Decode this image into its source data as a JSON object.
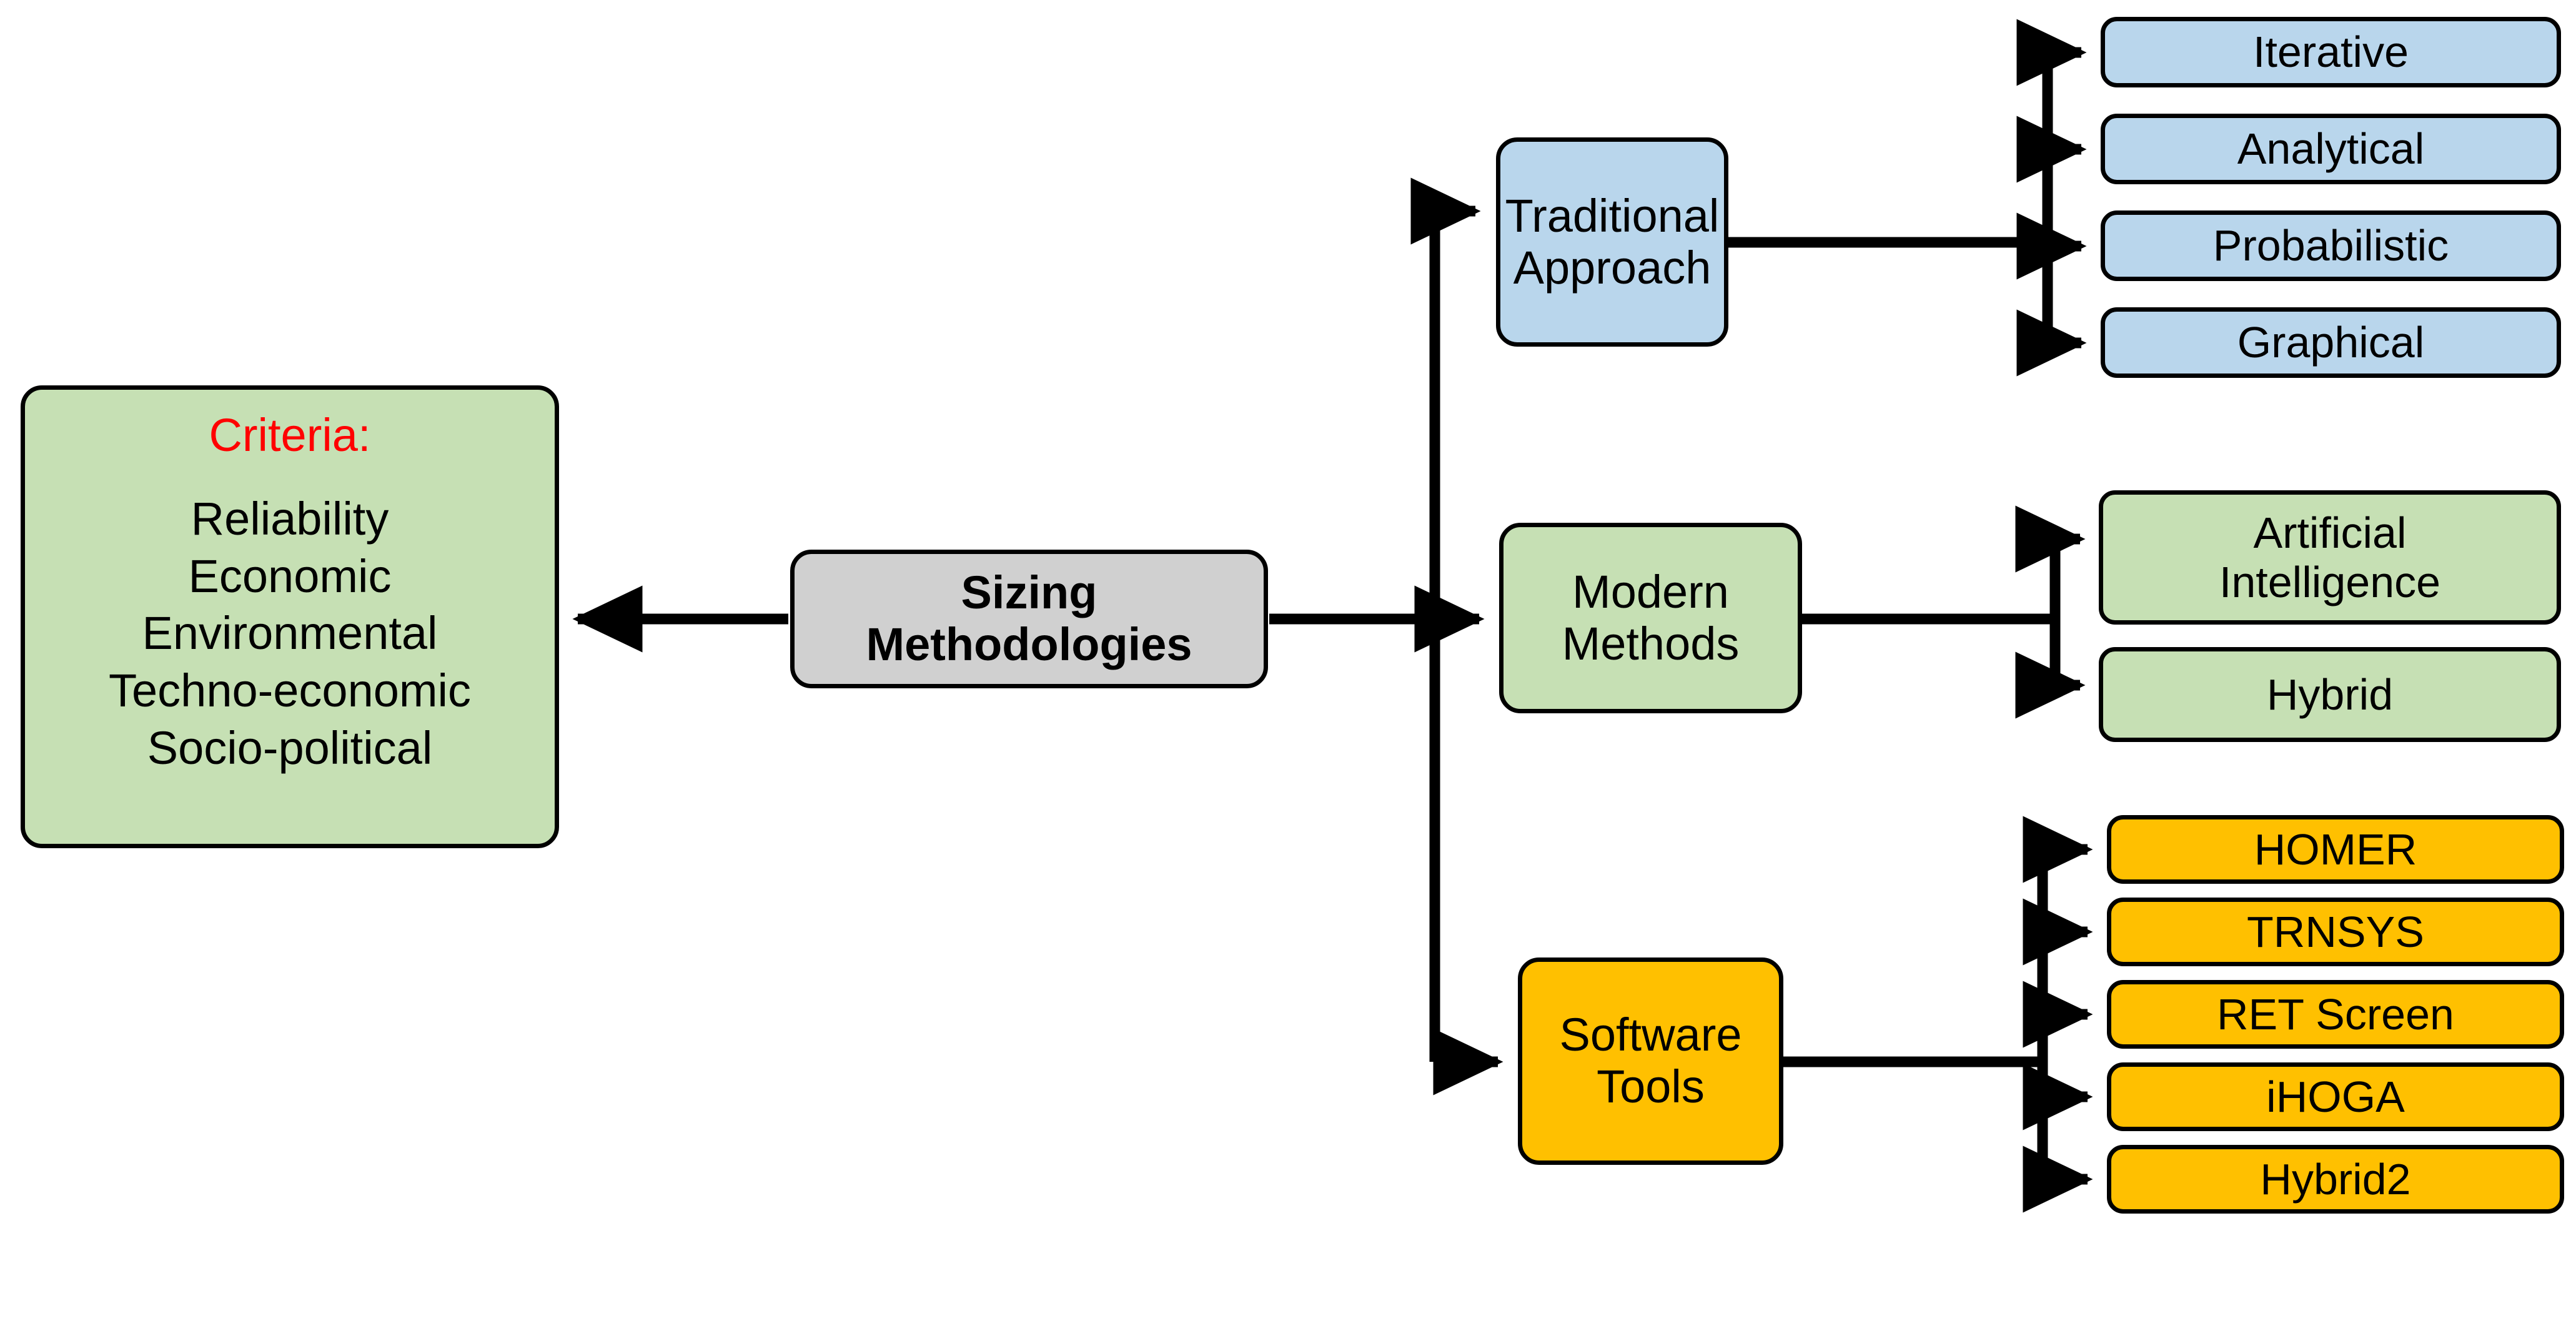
{
  "diagram": {
    "criteria": {
      "title": "Criteria:",
      "items": [
        "Reliability",
        "Economic",
        "Environmental",
        "Techno-economic",
        "Socio-political"
      ]
    },
    "root": {
      "label": "Sizing\nMethodologies",
      "line1": "Sizing",
      "line2": "Methodologies",
      "color": "#d0d0d0"
    },
    "branches": [
      {
        "id": "traditional",
        "line1": "Traditional",
        "line2": "Approach",
        "color": "#b9d6ec",
        "children": [
          {
            "label": "Iterative"
          },
          {
            "label": "Analytical"
          },
          {
            "label": "Probabilistic"
          },
          {
            "label": "Graphical"
          }
        ]
      },
      {
        "id": "modern",
        "label": "Modern Methods",
        "color": "#c6e0b4",
        "children": [
          {
            "line1": "Artificial",
            "line2": "Intelligence"
          },
          {
            "label": "Hybrid"
          }
        ]
      },
      {
        "id": "software",
        "label": "Software Tools",
        "color": "#ffc000",
        "children": [
          {
            "label": "HOMER"
          },
          {
            "label": "TRNSYS"
          },
          {
            "label": "RET Screen"
          },
          {
            "label": "iHOGA"
          },
          {
            "label": "Hybrid2"
          }
        ]
      }
    ],
    "colors": {
      "criteria_title": "#ff0000",
      "blue": "#b9d6ec",
      "green": "#c6e0b4",
      "orange": "#ffc000",
      "gray": "#d0d0d0",
      "stroke": "#000000"
    }
  }
}
